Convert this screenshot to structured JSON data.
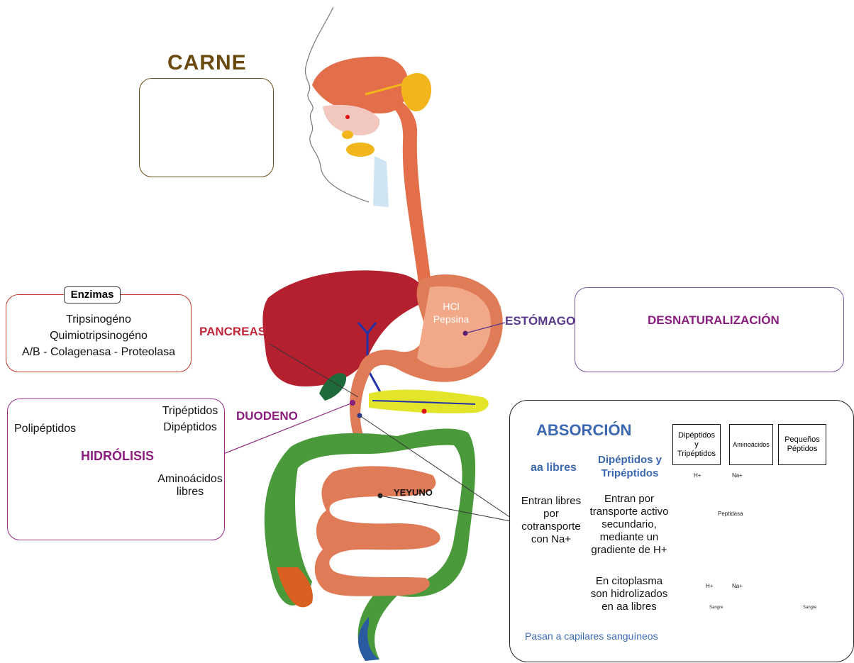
{
  "carne": {
    "title": "CARNE"
  },
  "enzimas": {
    "tag": "Enzimas",
    "lines": [
      "Tripsinogéno",
      "Quimiotripsinogéno",
      "A/B - Colagenasa - Proteolasa"
    ]
  },
  "organs": {
    "pancreas": "PANCREAS",
    "duodeno": "DUODENO",
    "estomago": "ESTÓMAGO",
    "yeyuno": "YEYUNO",
    "stomach_line1": "HCl",
    "stomach_line2": "Pepsina"
  },
  "estomago_box": {
    "process": "DESNATURALIZACIÓN"
  },
  "duodeno_box": {
    "input": "Polipéptidos",
    "process": "HIDRÓLISIS",
    "out1": "Tripéptidos",
    "out2": "Dipéptidos",
    "out3a": "Aminoácidos",
    "out3b": "libres"
  },
  "absorcion": {
    "title": "ABSORCIÓN",
    "col1_title": "aa libres",
    "col1_text": [
      "Entran libres",
      "por",
      "cotransporte",
      "con Na+"
    ],
    "col2_title": [
      "Dipéptidos y",
      "Tripéptidos"
    ],
    "col2_text": [
      "Entran por",
      "transporte activo",
      "secundario,",
      "mediante un",
      "gradiente de H+"
    ],
    "col2_text2": [
      "En citoplasma",
      "son hidrolizados",
      "en aa libres"
    ],
    "footer": "Pasan a capilares sanguíneos",
    "cell_boxes": [
      [
        "Dipéptidos",
        "y",
        "Tripéptidos"
      ],
      [
        "Aminoácidos"
      ],
      [
        "Pequeños",
        "Péptidos"
      ]
    ],
    "cell_labels": {
      "h1": "H+",
      "na1": "Na+",
      "peptidasa": "Peptidasa",
      "h2": "H+",
      "na2": "Na+",
      "sangre1": "Sangre",
      "sangre2": "Sangre"
    }
  },
  "colors": {
    "red_label": "#c0283c",
    "purple_label": "#8a1e7e",
    "blue_heading": "#3b68b0",
    "carne": "#6b4a12"
  }
}
